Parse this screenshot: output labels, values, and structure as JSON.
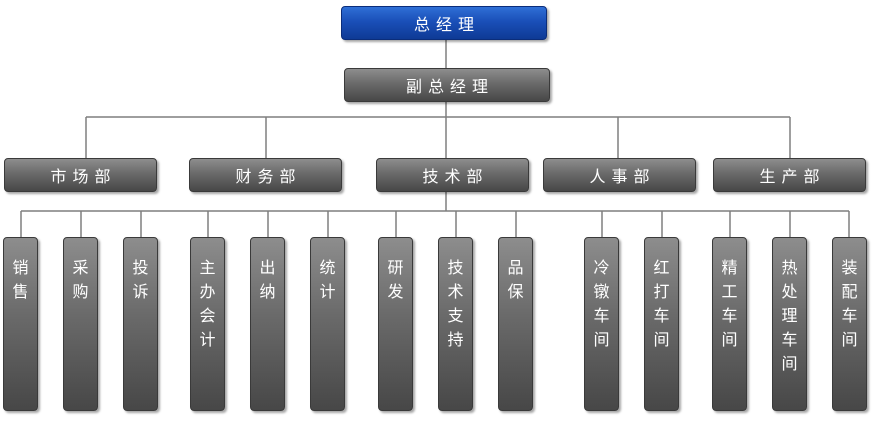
{
  "chart_data": {
    "type": "org-chart",
    "root": {
      "label": "总经理",
      "children": [
        {
          "label": "副总经理",
          "children": [
            {
              "label": "市场部",
              "children": [
                {
                  "label": "销售"
                },
                {
                  "label": "采购"
                },
                {
                  "label": "投诉"
                }
              ]
            },
            {
              "label": "财务部",
              "children": [
                {
                  "label": "主办会计"
                },
                {
                  "label": "出纳"
                },
                {
                  "label": "统计"
                }
              ]
            },
            {
              "label": "技术部",
              "children": [
                {
                  "label": "研发"
                },
                {
                  "label": "技术支持"
                },
                {
                  "label": "品保"
                }
              ]
            },
            {
              "label": "人事部",
              "children": []
            },
            {
              "label": "生产部",
              "children": [
                {
                  "label": "冷镦车间"
                },
                {
                  "label": "红打车间"
                },
                {
                  "label": "精工车间"
                },
                {
                  "label": "热处理车间"
                },
                {
                  "label": "装配车间"
                }
              ]
            }
          ]
        }
      ]
    }
  },
  "colors": {
    "root_fill": "#1a4fb8",
    "node_fill": "#6a6a6a",
    "line": "#7f7f7f",
    "text": "#ffffff"
  }
}
